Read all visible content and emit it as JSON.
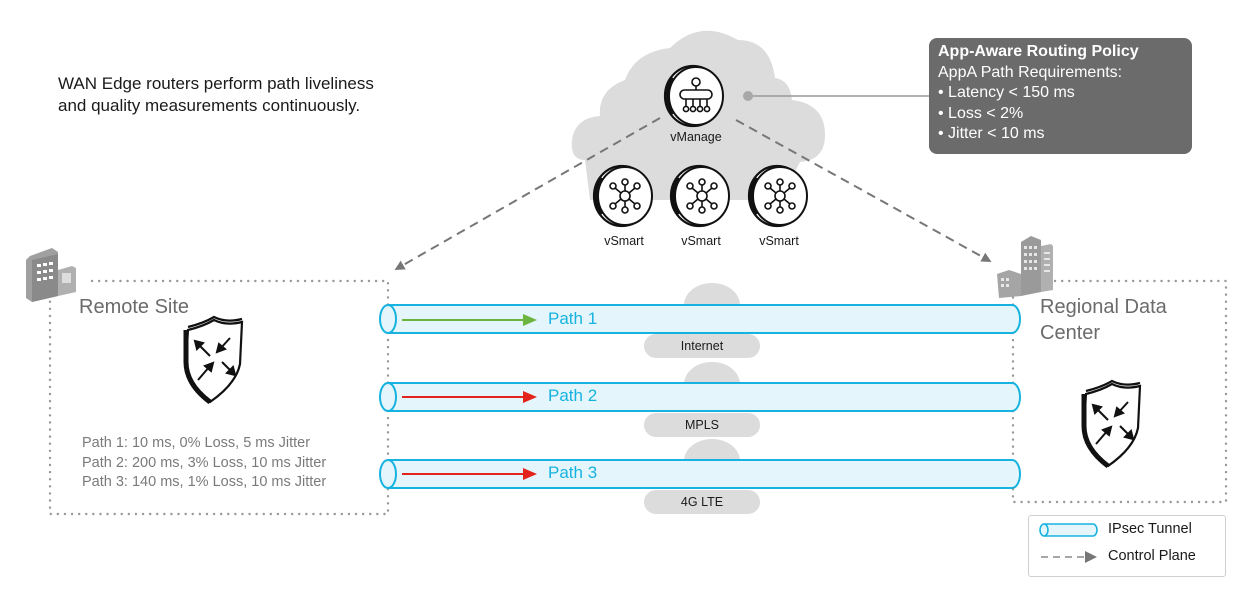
{
  "intro": {
    "line1": "WAN Edge routers perform path liveliness",
    "line2": "and quality measurements continuously."
  },
  "policy": {
    "title": "App-Aware Routing Policy",
    "subtitle": "AppA Path Requirements:",
    "requirements": [
      "• Latency < 150 ms",
      "• Loss < 2%",
      "• Jitter < 10 ms"
    ]
  },
  "controllers": {
    "vmanage": {
      "label": "vManage",
      "icon": "vmanage-icon"
    },
    "vsmarts": [
      {
        "label": "vSmart",
        "icon": "vsmart-icon"
      },
      {
        "label": "vSmart",
        "icon": "vsmart-icon"
      },
      {
        "label": "vSmart",
        "icon": "vsmart-icon"
      }
    ]
  },
  "remote_site": {
    "title": "Remote Site",
    "icon": "building-icon",
    "router_icon": "router-shield-icon",
    "metrics": [
      "Path 1: 10 ms, 0% Loss, 5 ms Jitter",
      "Path 2: 200 ms, 3% Loss, 10 ms Jitter",
      "Path 3: 140 ms, 1% Loss, 10 ms Jitter"
    ]
  },
  "data_center": {
    "title_line1": "Regional Data",
    "title_line2": "Center",
    "icon": "datacenter-building-icon",
    "router_icon": "router-shield-icon"
  },
  "paths": [
    {
      "label": "Path 1",
      "transport": "Internet",
      "status": "compliant",
      "arrow_color": "#6cb33f"
    },
    {
      "label": "Path 2",
      "transport": "MPLS",
      "status": "non-compliant",
      "arrow_color": "#e3241b"
    },
    {
      "label": "Path 3",
      "transport": "4G LTE",
      "status": "non-compliant",
      "arrow_color": "#e3241b"
    }
  ],
  "colors": {
    "tunnel_stroke": "#17b3e0",
    "tunnel_fill": "#e4f5fb",
    "cloud": "#dcdcdc",
    "policy_box": "#6b6b6b",
    "control_plane": "#777777"
  },
  "legend": {
    "ipsec_tunnel": "IPsec Tunnel",
    "control_plane": "Control Plane"
  }
}
